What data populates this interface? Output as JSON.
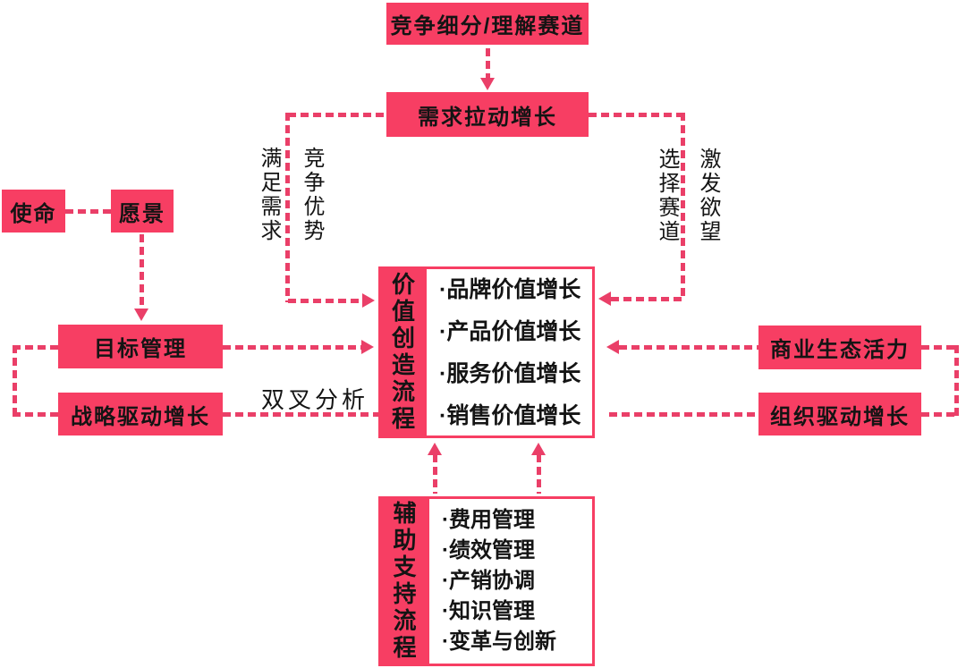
{
  "colors": {
    "pink": "#f73e63",
    "line": "#ea3f68",
    "ink": "#141414",
    "bg": "#ffffff"
  },
  "nodes": {
    "competition_segment": "竞争细分/理解赛道",
    "demand_growth": "需求拉动增长",
    "mission": "使命",
    "vision": "愿景",
    "goal_management": "目标管理",
    "strategy_growth": "战略驱动增长",
    "business_ecosystem": "商业生态活力",
    "organization_growth": "组织驱动增长"
  },
  "edge_labels": {
    "satisfy_demand": "满足需求",
    "competitive_advantage": "竞争优势",
    "choose_track": "选择赛道",
    "stimulate_desire": "激发欲望",
    "double_fork_analysis": "双叉分析"
  },
  "value_process": {
    "title": "价值创造流程",
    "items": [
      "·品牌价值增长",
      "·产品价值增长",
      "·服务价值增长",
      "·销售价值增长"
    ]
  },
  "support_process": {
    "title": "辅助支持流程",
    "items": [
      "·费用管理",
      "·绩效管理",
      "·产销协调",
      "·知识管理",
      "·变革与创新"
    ]
  }
}
